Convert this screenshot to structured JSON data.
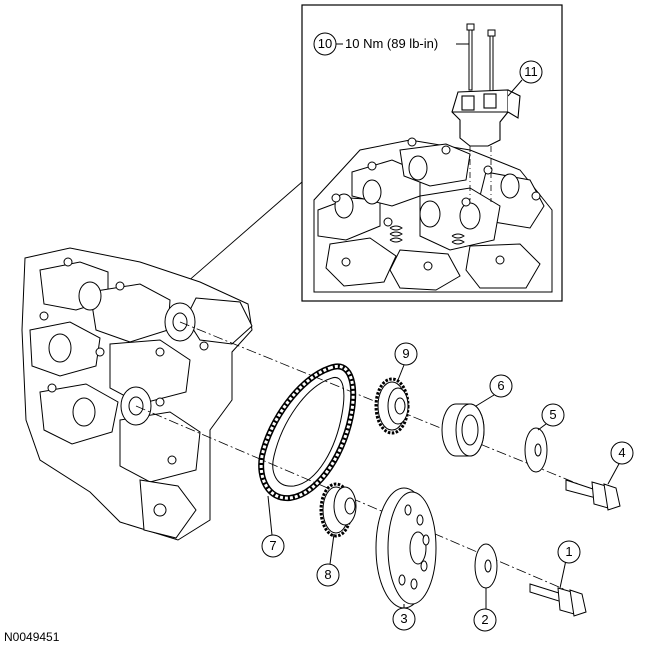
{
  "figure_id": "N0049451",
  "callouts": [
    {
      "num": "1"
    },
    {
      "num": "2"
    },
    {
      "num": "3"
    },
    {
      "num": "4"
    },
    {
      "num": "5"
    },
    {
      "num": "6"
    },
    {
      "num": "7"
    },
    {
      "num": "8"
    },
    {
      "num": "9"
    },
    {
      "num": "10",
      "note": "10 Nm (89 lb-in)"
    },
    {
      "num": "11"
    }
  ]
}
